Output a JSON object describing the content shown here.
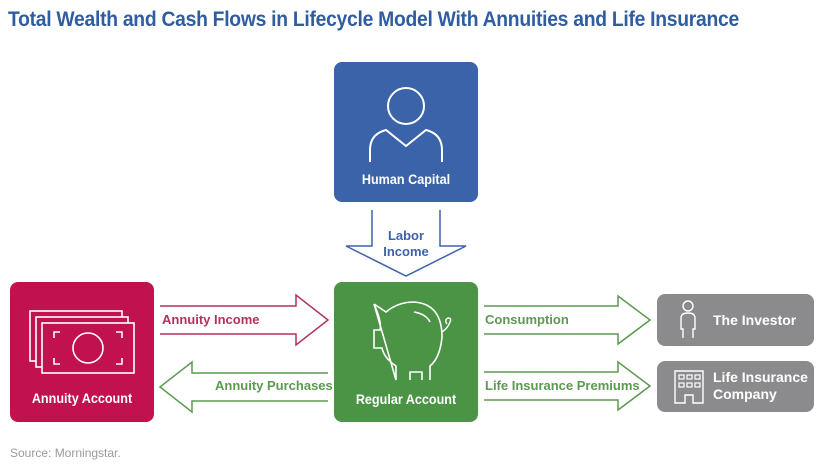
{
  "title": "Total Wealth and Cash Flows in Lifecycle Model With Annuities and Life Insurance",
  "nodes": {
    "human_capital": {
      "label": "Human Capital",
      "icon": "person-icon",
      "color": "#3b63a9"
    },
    "annuity_account": {
      "label": "Annuity Account",
      "icon": "money-stack-icon",
      "color": "#c1124f"
    },
    "regular_account": {
      "label": "Regular Account",
      "icon": "piggy-bank-icon",
      "color": "#4b9446"
    },
    "investor": {
      "label": "The Investor",
      "icon": "person-icon",
      "color": "#8b8b8d"
    },
    "life_insurance_company": {
      "label_line1": "Life Insurance",
      "label_line2": "Company",
      "icon": "building-icon",
      "color": "#8b8b8d"
    }
  },
  "flows": {
    "labor_income": {
      "line1": "Labor",
      "line2": "Income",
      "color": "#3b63a9"
    },
    "annuity_income": {
      "label": "Annuity Income",
      "color": "#b3325c"
    },
    "annuity_purchases": {
      "label": "Annuity Purchases",
      "color": "#5b9a50"
    },
    "consumption": {
      "label": "Consumption",
      "color": "#5b9a50"
    },
    "life_insurance_premiums": {
      "label": "Life Insurance Premiums",
      "color": "#5b9a50"
    }
  },
  "source": "Source: Morningstar."
}
